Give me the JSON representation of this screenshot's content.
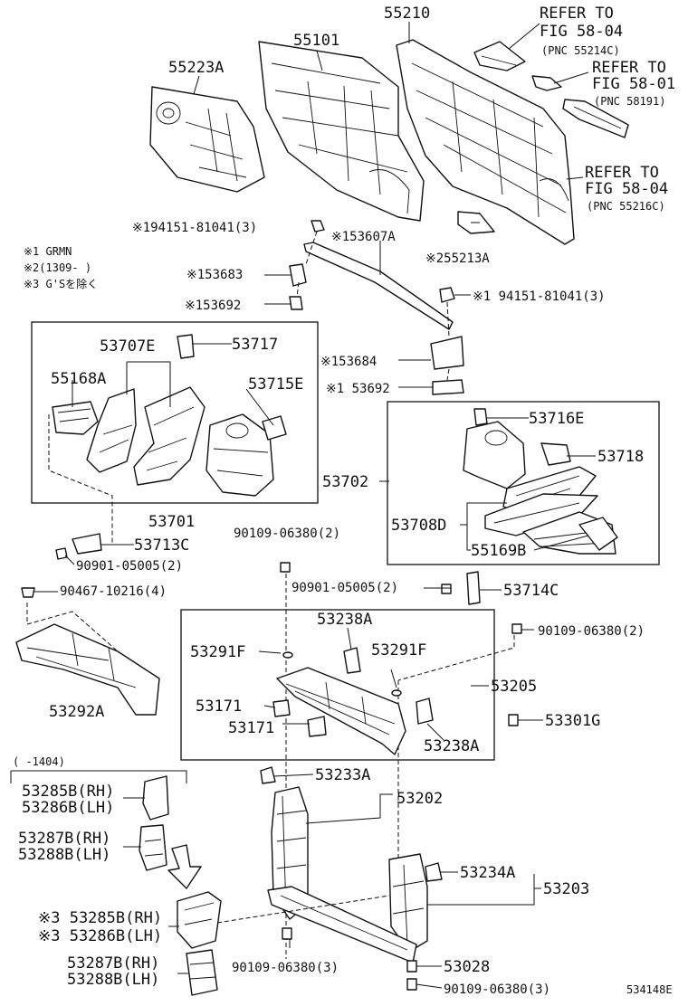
{
  "labels": {
    "p55210": "55210",
    "p55101": "55101",
    "p55223A": "55223A",
    "ref1a": "REFER TO",
    "ref1b": "FIG 58-04",
    "ref1c": "(PNC 55214C)",
    "ref2a": "REFER TO",
    "ref2b": "FIG 58-01",
    "ref2c": "(PNC 58191)",
    "ref3a": "REFER TO",
    "ref3b": "FIG 58-04",
    "ref3c": "(PNC 55216C)",
    "bolt1": "※194151-81041(3)",
    "p53607A": "※153607A",
    "note1": "※1 GRMN",
    "note2": "※2(1309-    )",
    "note3": "※3 G'Sを除く",
    "p55213A": "※255213A",
    "p53683": "※153683",
    "p53692a": "※153692",
    "bolt2": "※1 94151-81041(3)",
    "p53707E": "53707E",
    "p53717": "53717",
    "p55168A": "55168A",
    "p53715E": "53715E",
    "p53684": "※153684",
    "p53692b": "※1 53692",
    "p53702": "53702",
    "p53716E": "53716E",
    "p53718": "53718",
    "p53708D": "53708D",
    "p55169B": "55169B",
    "p53701": "53701",
    "p90109a": "90109-06380(2)",
    "p53713C": "53713C",
    "p90901a": "90901-05005(2)",
    "p90901b": "90901-05005(2)",
    "p53714C": "53714C",
    "p90467": "90467-10216(4)",
    "p53238Aa": "53238A",
    "p90109b": "90109-06380(2)",
    "p53291Fa": "53291F",
    "p53291Fb": "53291F",
    "p53205": "53205",
    "p53171a": "53171",
    "p53171b": "53171",
    "p53292A": "53292A",
    "p53301G": "53301G",
    "p53238Ab": "53238A",
    "range": "(    -1404)",
    "p53285B1": "53285B(RH)",
    "p53286B1": "53286B(LH)",
    "p53233A": "53233A",
    "p53202": "53202",
    "p53287B1": "53287B(RH)",
    "p53288B1": "53288B(LH)",
    "p53234A": "53234A",
    "p53203": "53203",
    "p53285B2": "※3 53285B(RH)",
    "p53286B2": "※3 53286B(LH)",
    "p53287B2": "53287B(RH)",
    "p53288B2": "53288B(LH)",
    "p90109c": "90109-06380(3)",
    "p53028": "53028",
    "p90109d": "90109-06380(3)",
    "figno": "534148E"
  }
}
